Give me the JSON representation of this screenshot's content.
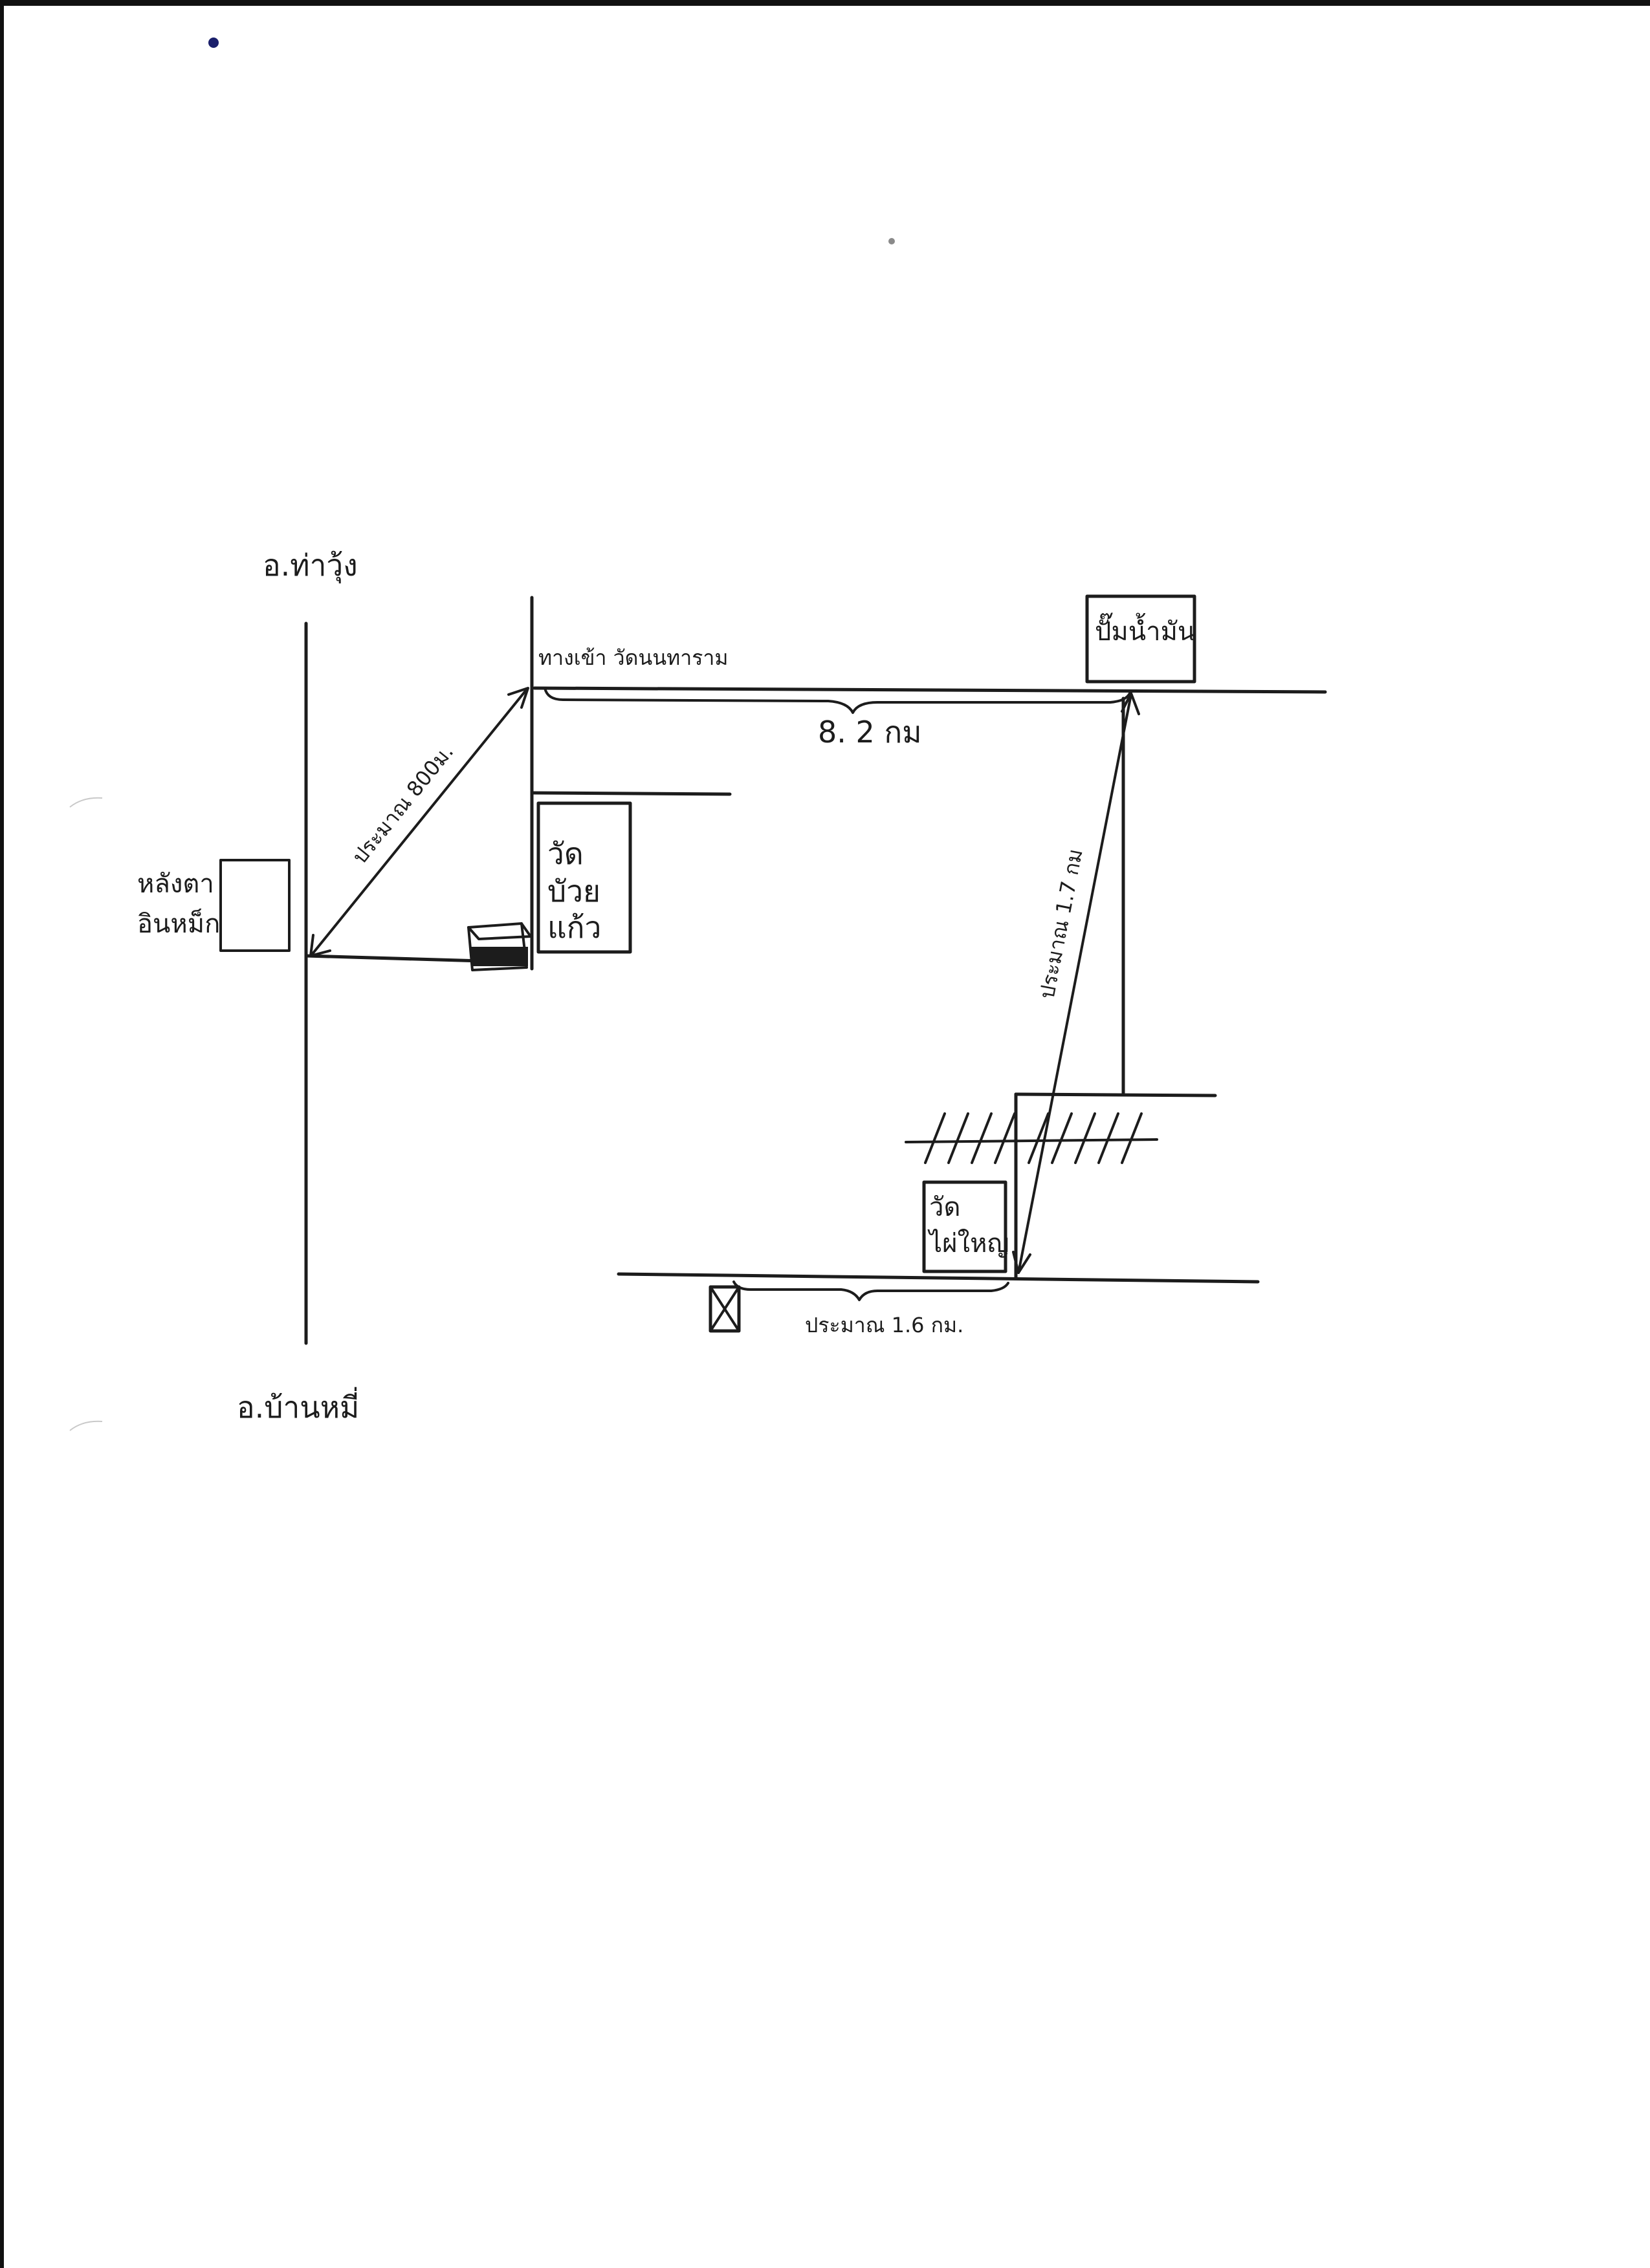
{
  "map": {
    "labels": {
      "north_district": "อ.ท่าวุ้ง",
      "south_district": "อ.บ้านหมี่",
      "left_building": [
        "หลังตา",
        "อินหม็ก"
      ],
      "junction": "ทางเข้า วัดนนทาราม",
      "distance_top": "8. 2 กม",
      "distance_diagonal": "ประมาณ 800ม.",
      "temple_1": [
        "วัด",
        "บัวย",
        "แก้ว"
      ],
      "fuel_station": "ปั๊มน้ำมัน",
      "distance_right": "ประมาณ 1.7 กม",
      "temple_2": [
        "วัด",
        "ไผ่ใหญ่"
      ],
      "distance_bottom": "ประมาณ 1.6 กม."
    },
    "icons": {
      "start_point": "bus-shelter-icon",
      "destination": "crossed-box-icon",
      "railway": "railway-hatch-icon"
    },
    "colors": {
      "ink": "#1c1c1c",
      "dot": "#1a1f6b",
      "paper": "#ffffff"
    }
  }
}
